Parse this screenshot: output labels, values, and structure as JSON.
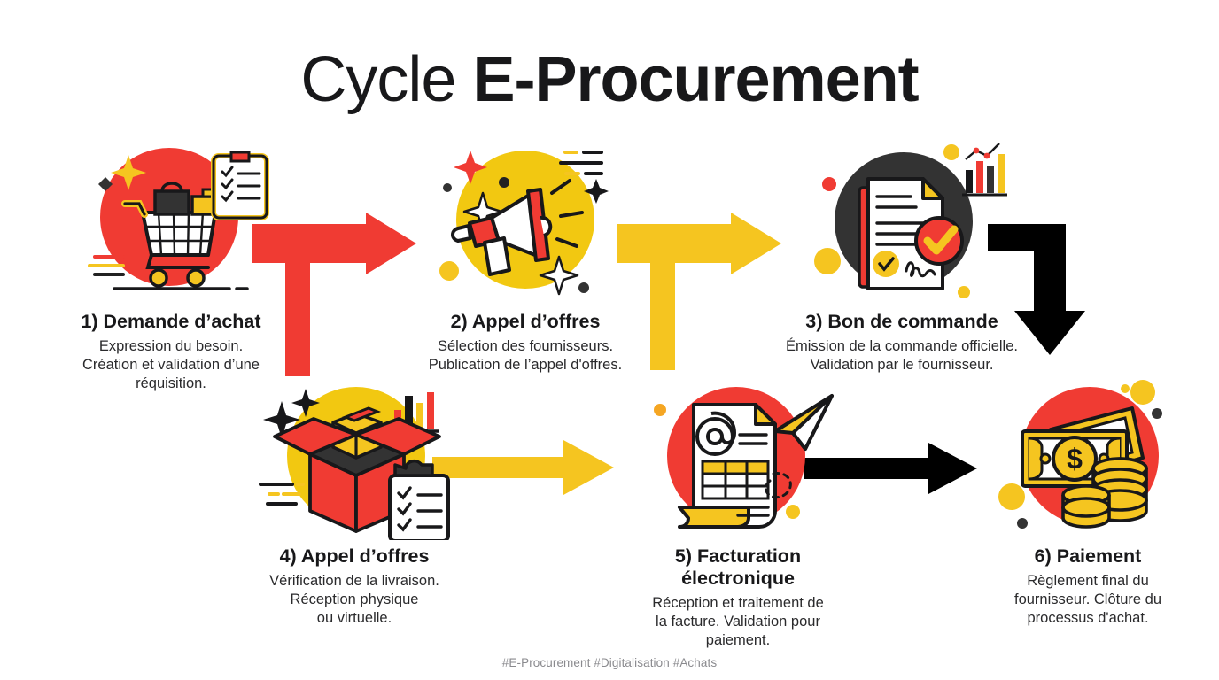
{
  "title": {
    "light": "Cycle ",
    "bold": "E-Procurement"
  },
  "colors": {
    "red": "#F03B33",
    "red_circle": "#F03B33",
    "yellow": "#F5C520",
    "yellow_circle": "#F2C811",
    "dark": "#333333",
    "black": "#000000",
    "text": "#18181a",
    "footer_text": "#8a8a8e",
    "white": "#FFFFFF"
  },
  "steps": [
    {
      "number": "1)",
      "title": "1) Demande d’achat",
      "description": "Expression du besoin.\nCréation et validation d’une\nréquisition.",
      "icon": "shopping-cart-icon",
      "circle_color": "#F03B33"
    },
    {
      "number": "2)",
      "title": "2) Appel d’offres",
      "description": "Sélection des fournisseurs.\nPublication de l’appel d'offres.",
      "icon": "megaphone-icon",
      "circle_color": "#F2C811"
    },
    {
      "number": "3)",
      "title": "3) Bon de commande",
      "description": "Émission de la commande officielle.\nValidation par le fournisseur.",
      "icon": "signed-document-icon",
      "circle_color": "#333333"
    },
    {
      "number": "4)",
      "title": "4) Appel d’offres",
      "description": "Vérification de la livraison.\nRéception physique\nou virtuelle.",
      "icon": "open-box-delivery-icon",
      "circle_color": "#F2C811"
    },
    {
      "number": "5)",
      "title": "5) Facturation\nélectronique",
      "description": "Réception et traitement de\nla facture. Validation pour\npaiement.",
      "icon": "e-invoice-icon",
      "circle_color": "#F03B33"
    },
    {
      "number": "6)",
      "title": "6) Paiement",
      "description": "Règlement final du\nfournisseur. Clôture du\nprocessus d'achat.",
      "icon": "money-payment-icon",
      "circle_color": "#F03B33"
    }
  ],
  "arrows": [
    {
      "name": "arrow-step1-to-step2",
      "shape": "tee-right",
      "color": "#F03B33"
    },
    {
      "name": "arrow-step2-to-step3",
      "shape": "tee-right",
      "color": "#F5C520"
    },
    {
      "name": "arrow-step3-to-step4",
      "shape": "elbow-down",
      "color": "#000000"
    },
    {
      "name": "arrow-step4-to-step5",
      "shape": "straight-right",
      "color": "#F5C520"
    },
    {
      "name": "arrow-step5-to-step6",
      "shape": "straight-right",
      "color": "#000000"
    }
  ],
  "footer": {
    "hashtags": "#E-Procurement #Digitalisation #Achats"
  }
}
